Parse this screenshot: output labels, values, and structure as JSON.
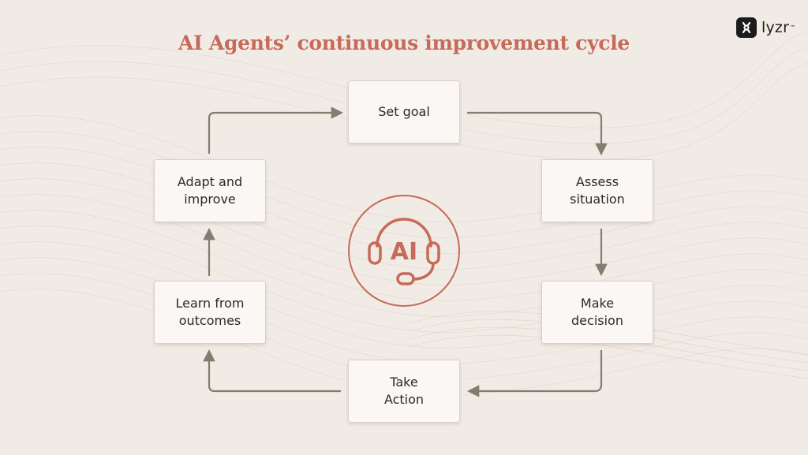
{
  "title": "AI Agents’ continuous improvement cycle",
  "logo": {
    "text": "lyzr",
    "mark": "™"
  },
  "center": {
    "label": "AI",
    "icon": "headset-icon"
  },
  "colors": {
    "accent": "#c76a58",
    "arrow": "#857b6e",
    "background": "#f1ebe6",
    "node_fill": "#faf7f4"
  },
  "steps": [
    {
      "label": "Set goal"
    },
    {
      "label": "Assess\nsituation"
    },
    {
      "label": "Make\ndecision"
    },
    {
      "label": "Take\nAction"
    },
    {
      "label": "Learn from\noutcomes"
    },
    {
      "label": "Adapt and\nimprove"
    }
  ]
}
